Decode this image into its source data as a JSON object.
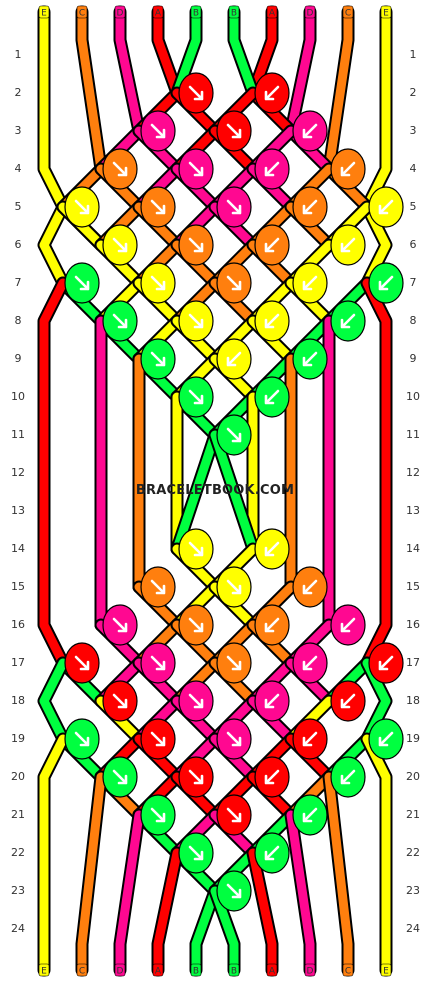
{
  "colors": {
    "E": "#ffff00",
    "C": "#ff7f0e",
    "D": "#ff0891",
    "A": "#ff0000",
    "B": "#00ff40"
  },
  "strands_top": [
    "E",
    "C",
    "D",
    "A",
    "B",
    "B",
    "A",
    "D",
    "C",
    "E"
  ],
  "strands_bottom": [
    "E",
    "C",
    "D",
    "A",
    "B",
    "B",
    "A",
    "D",
    "C",
    "E"
  ],
  "row_numbers": [
    "1",
    "2",
    "3",
    "4",
    "5",
    "6",
    "7",
    "8",
    "9",
    "10",
    "11",
    "12",
    "13",
    "14",
    "15",
    "16",
    "17",
    "18",
    "19",
    "20",
    "21",
    "22",
    "23",
    "24"
  ],
  "watermark": "BRACELETBOOK.COM",
  "knots": [
    {
      "row": 2,
      "col": 4,
      "color": "A",
      "dir": "right"
    },
    {
      "row": 2,
      "col": 6,
      "color": "A",
      "dir": "left"
    },
    {
      "row": 3,
      "col": 3,
      "color": "D",
      "dir": "right"
    },
    {
      "row": 3,
      "col": 5,
      "color": "A",
      "dir": "right"
    },
    {
      "row": 3,
      "col": 7,
      "color": "D",
      "dir": "left"
    },
    {
      "row": 4,
      "col": 2,
      "color": "C",
      "dir": "right"
    },
    {
      "row": 4,
      "col": 4,
      "color": "D",
      "dir": "right"
    },
    {
      "row": 4,
      "col": 6,
      "color": "D",
      "dir": "left"
    },
    {
      "row": 4,
      "col": 8,
      "color": "C",
      "dir": "left"
    },
    {
      "row": 5,
      "col": 1,
      "color": "E",
      "dir": "right"
    },
    {
      "row": 5,
      "col": 3,
      "color": "C",
      "dir": "right"
    },
    {
      "row": 5,
      "col": 5,
      "color": "D",
      "dir": "right"
    },
    {
      "row": 5,
      "col": 7,
      "color": "C",
      "dir": "left"
    },
    {
      "row": 5,
      "col": 9,
      "color": "E",
      "dir": "left"
    },
    {
      "row": 6,
      "col": 2,
      "color": "E",
      "dir": "right"
    },
    {
      "row": 6,
      "col": 4,
      "color": "C",
      "dir": "right"
    },
    {
      "row": 6,
      "col": 6,
      "color": "C",
      "dir": "left"
    },
    {
      "row": 6,
      "col": 8,
      "color": "E",
      "dir": "left"
    },
    {
      "row": 7,
      "col": 1,
      "color": "B",
      "dir": "right"
    },
    {
      "row": 7,
      "col": 3,
      "color": "E",
      "dir": "right"
    },
    {
      "row": 7,
      "col": 5,
      "color": "C",
      "dir": "right"
    },
    {
      "row": 7,
      "col": 7,
      "color": "E",
      "dir": "left"
    },
    {
      "row": 7,
      "col": 9,
      "color": "B",
      "dir": "left"
    },
    {
      "row": 8,
      "col": 2,
      "color": "B",
      "dir": "right"
    },
    {
      "row": 8,
      "col": 4,
      "color": "E",
      "dir": "right"
    },
    {
      "row": 8,
      "col": 6,
      "color": "E",
      "dir": "left"
    },
    {
      "row": 8,
      "col": 8,
      "color": "B",
      "dir": "left"
    },
    {
      "row": 9,
      "col": 3,
      "color": "B",
      "dir": "right"
    },
    {
      "row": 9,
      "col": 5,
      "color": "E",
      "dir": "left"
    },
    {
      "row": 9,
      "col": 7,
      "color": "B",
      "dir": "left"
    },
    {
      "row": 10,
      "col": 4,
      "color": "B",
      "dir": "right"
    },
    {
      "row": 10,
      "col": 6,
      "color": "B",
      "dir": "left"
    },
    {
      "row": 11,
      "col": 5,
      "color": "B",
      "dir": "right"
    },
    {
      "row": 14,
      "col": 4,
      "color": "E",
      "dir": "right"
    },
    {
      "row": 14,
      "col": 6,
      "color": "E",
      "dir": "left"
    },
    {
      "row": 15,
      "col": 3,
      "color": "C",
      "dir": "right"
    },
    {
      "row": 15,
      "col": 5,
      "color": "E",
      "dir": "right"
    },
    {
      "row": 15,
      "col": 7,
      "color": "C",
      "dir": "left"
    },
    {
      "row": 16,
      "col": 2,
      "color": "D",
      "dir": "right"
    },
    {
      "row": 16,
      "col": 4,
      "color": "C",
      "dir": "right"
    },
    {
      "row": 16,
      "col": 6,
      "color": "C",
      "dir": "left"
    },
    {
      "row": 16,
      "col": 8,
      "color": "D",
      "dir": "left"
    },
    {
      "row": 17,
      "col": 1,
      "color": "A",
      "dir": "right"
    },
    {
      "row": 17,
      "col": 3,
      "color": "D",
      "dir": "right"
    },
    {
      "row": 17,
      "col": 5,
      "color": "C",
      "dir": "right"
    },
    {
      "row": 17,
      "col": 7,
      "color": "D",
      "dir": "left"
    },
    {
      "row": 17,
      "col": 9,
      "color": "A",
      "dir": "left"
    },
    {
      "row": 18,
      "col": 2,
      "color": "A",
      "dir": "right"
    },
    {
      "row": 18,
      "col": 4,
      "color": "D",
      "dir": "right"
    },
    {
      "row": 18,
      "col": 6,
      "color": "D",
      "dir": "left"
    },
    {
      "row": 18,
      "col": 8,
      "color": "A",
      "dir": "left"
    },
    {
      "row": 19,
      "col": 1,
      "color": "B",
      "dir": "right"
    },
    {
      "row": 19,
      "col": 3,
      "color": "A",
      "dir": "right"
    },
    {
      "row": 19,
      "col": 5,
      "color": "D",
      "dir": "right"
    },
    {
      "row": 19,
      "col": 7,
      "color": "A",
      "dir": "left"
    },
    {
      "row": 19,
      "col": 9,
      "color": "B",
      "dir": "left"
    },
    {
      "row": 20,
      "col": 2,
      "color": "B",
      "dir": "right"
    },
    {
      "row": 20,
      "col": 4,
      "color": "A",
      "dir": "right"
    },
    {
      "row": 20,
      "col": 6,
      "color": "A",
      "dir": "left"
    },
    {
      "row": 20,
      "col": 8,
      "color": "B",
      "dir": "left"
    },
    {
      "row": 21,
      "col": 3,
      "color": "B",
      "dir": "right"
    },
    {
      "row": 21,
      "col": 5,
      "color": "A",
      "dir": "right"
    },
    {
      "row": 21,
      "col": 7,
      "color": "B",
      "dir": "left"
    },
    {
      "row": 22,
      "col": 4,
      "color": "B",
      "dir": "right"
    },
    {
      "row": 22,
      "col": 6,
      "color": "B",
      "dir": "left"
    },
    {
      "row": 23,
      "col": 5,
      "color": "B",
      "dir": "right"
    }
  ]
}
